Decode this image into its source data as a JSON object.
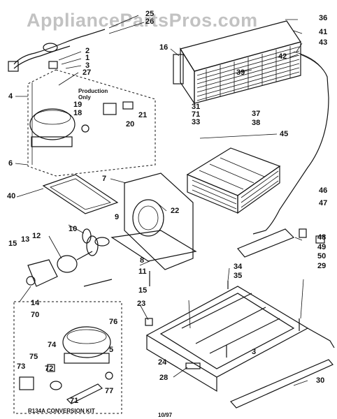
{
  "watermark": "AppliancePartsPros.com",
  "notes": {
    "production_only": "Production Only",
    "conversion_kit": "R134A CONVERSION KIT",
    "date_code": "10/97"
  },
  "callouts": {
    "c25": "25",
    "c26": "26",
    "c36": "36",
    "c41": "41",
    "c43": "43",
    "c42": "42",
    "c16": "16",
    "c39": "39",
    "c2": "2",
    "c1": "1",
    "c3a": "3",
    "c27": "27",
    "c4": "4",
    "c19": "19",
    "c18": "18",
    "c21": "21",
    "c20": "20",
    "c6": "6",
    "c31": "31",
    "c71a": "71",
    "c33": "33",
    "c37": "37",
    "c38": "38",
    "c45": "45",
    "c40": "40",
    "c7": "7",
    "c22": "22",
    "c46": "46",
    "c47": "47",
    "c9": "9",
    "c10": "10",
    "c12": "12",
    "c13": "13",
    "c15a": "15",
    "c8": "8",
    "c11": "11",
    "c15b": "15",
    "c14": "14",
    "c23": "23",
    "c34": "34",
    "c35": "35",
    "c48": "48",
    "c49": "49",
    "c50": "50",
    "c29": "29",
    "c70": "70",
    "c76": "76",
    "c74": "74",
    "c75": "75",
    "c5": "5",
    "c72": "72",
    "c73": "73",
    "c77": "77",
    "c71b": "71",
    "c3b": "3",
    "c24": "24",
    "c28": "28",
    "c30": "30"
  }
}
